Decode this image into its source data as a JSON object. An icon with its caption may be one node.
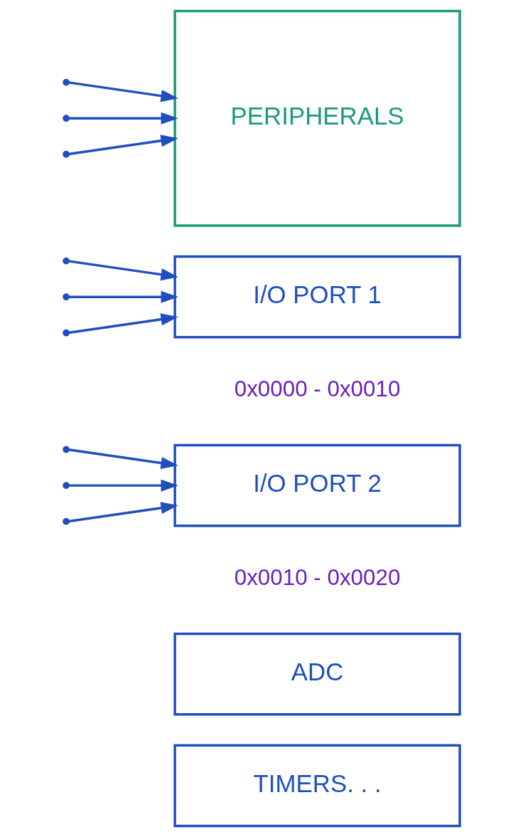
{
  "diagram": {
    "nodes": [
      {
        "text": [
          "PERIPHERALS"
        ]
      },
      {
        "text": [
          "I/O PORT 1"
        ],
        "beside": [
          "0x0000 - 0x0010"
        ]
      },
      {
        "text": [
          "I/O PORT 2"
        ],
        "beside": [
          "0x0010 - 0x0020"
        ]
      },
      {
        "text": [
          "ADC"
        ]
      },
      {
        "text": [
          "TIMERS. . ."
        ]
      }
    ],
    "edges": [
      {
        "from": null,
        "to": 0,
        "arrow": "to"
      },
      {
        "from": null,
        "to": 0,
        "arrow": "to"
      },
      {
        "from": null,
        "to": 0,
        "arrow": "to"
      },
      {
        "from": null,
        "to": 1,
        "arrow": "to"
      },
      {
        "from": null,
        "to": 1,
        "arrow": "to"
      },
      {
        "from": null,
        "to": 1,
        "arrow": "to"
      },
      {
        "from": null,
        "to": 2,
        "arrow": "to"
      },
      {
        "from": null,
        "to": 2,
        "arrow": "to"
      },
      {
        "from": null,
        "to": 2,
        "arrow": "to"
      }
    ]
  }
}
